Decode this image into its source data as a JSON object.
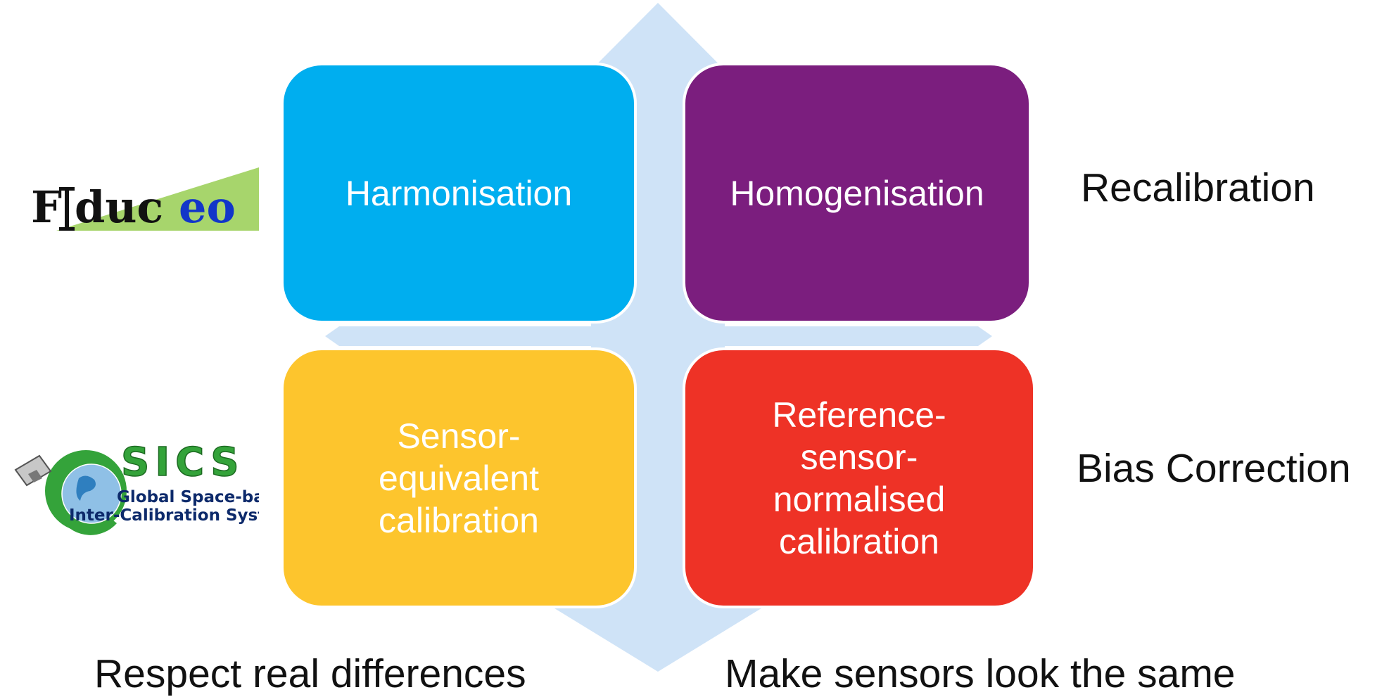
{
  "quadrants": {
    "harmonisation": "Harmonisation",
    "homogenisation": "Homogenisation",
    "sensor_equivalent": "Sensor-\nequivalent\ncalibration",
    "reference_sensor": "Reference-\nsensor-\nnormalised\ncalibration"
  },
  "side_labels": {
    "recalibration": "Recalibration",
    "bias_correction": "Bias Correction"
  },
  "bottom_labels": {
    "left": "Respect real differences",
    "right": "Make sensors look the same"
  },
  "logos": {
    "fiduceo": "Fiduceo",
    "gsics": "GSICS",
    "gsics_line1": "Global Space-based",
    "gsics_line2": "Inter-Calibration System"
  },
  "colors": {
    "harmonisation": "#00aeef",
    "homogenisation": "#7b1e7e",
    "sensor_equivalent": "#fdc52d",
    "reference_sensor": "#ee3226",
    "cross_arrow": "#cfe3f7"
  }
}
